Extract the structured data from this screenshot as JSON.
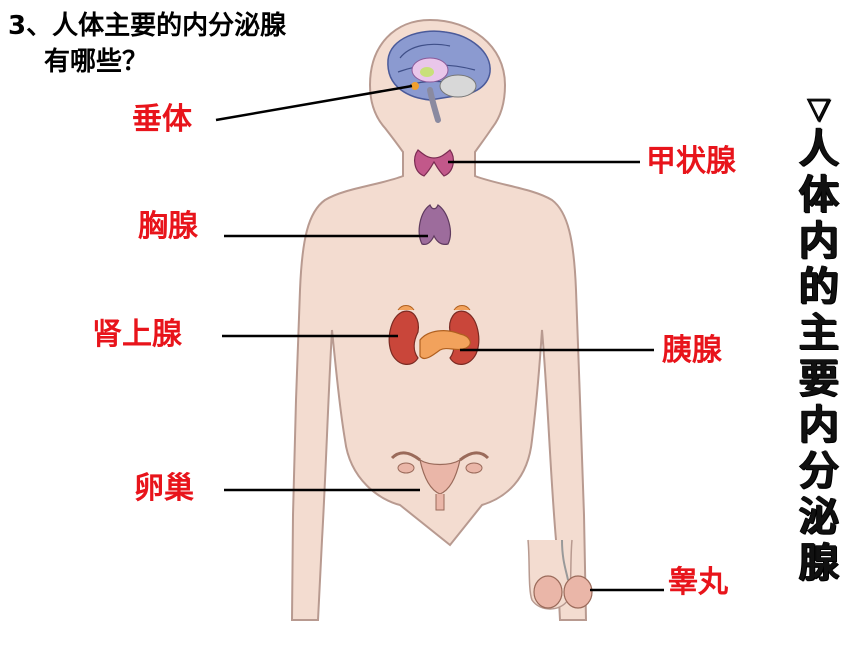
{
  "question": {
    "line1": "3、人体主要的内分泌腺",
    "line2": "有哪些？"
  },
  "labels": {
    "pituitary": "垂体",
    "thyroid": "甲状腺",
    "thymus": "胸腺",
    "adrenal": "肾上腺",
    "pancreas": "胰腺",
    "ovary": "卵巢",
    "testis": "睾丸"
  },
  "side_title": {
    "marker": "▽",
    "text": "人体内的主要内分泌腺"
  },
  "colors": {
    "label_red": "#e8141b",
    "skin": "#f3dcd0",
    "skin_outline": "#b89a90",
    "brain": "#7f8fc8",
    "thyroid": "#c2588a",
    "thymus": "#9d6c9c",
    "kidney": "#c9463a",
    "pancreas": "#f2a25c",
    "uterus": "#eab6a8"
  }
}
